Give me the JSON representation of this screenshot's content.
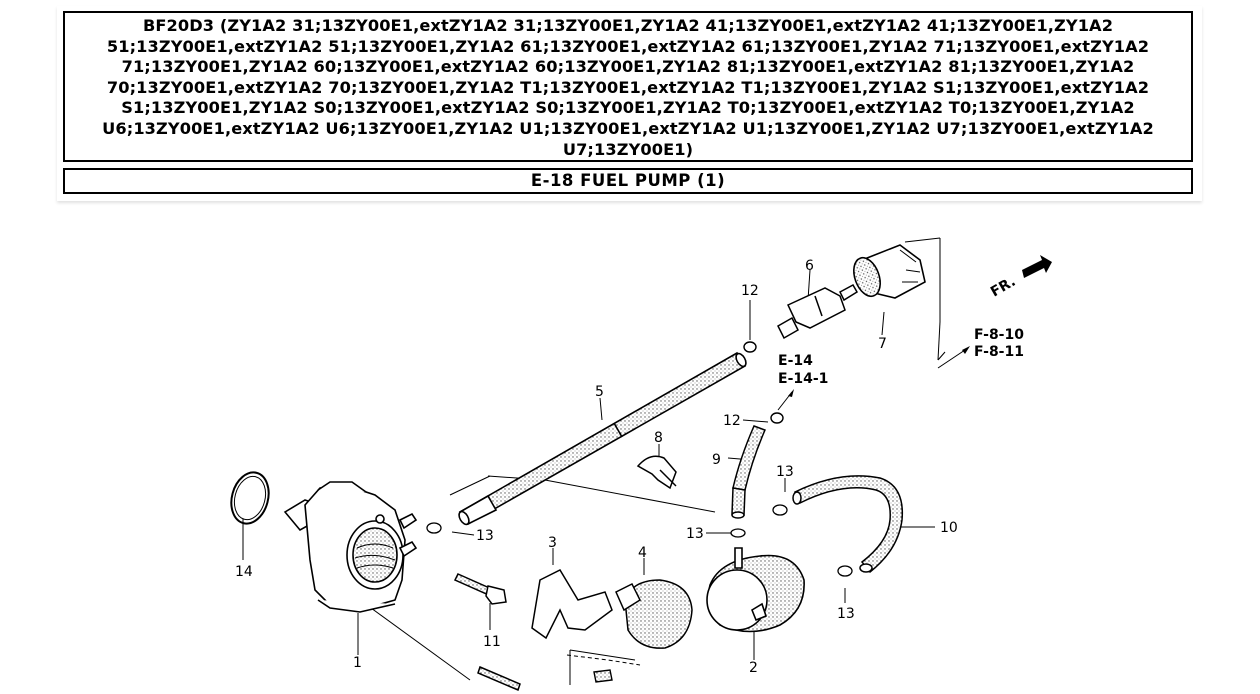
{
  "header": {
    "title_lines": [
      "BF20D3 (ZY1A2 31;13ZY00E1,extZY1A2 31;13ZY00E1,ZY1A2 41;13ZY00E1,extZY1A2 41;13ZY00E1,ZY1A2",
      "51;13ZY00E1,extZY1A2 51;13ZY00E1,ZY1A2 61;13ZY00E1,extZY1A2 61;13ZY00E1,ZY1A2 71;13ZY00E1,extZY1A2",
      "71;13ZY00E1,ZY1A2 60;13ZY00E1,extZY1A2 60;13ZY00E1,ZY1A2 81;13ZY00E1,extZY1A2 81;13ZY00E1,ZY1A2",
      "70;13ZY00E1,extZY1A2 70;13ZY00E1,ZY1A2 T1;13ZY00E1,extZY1A2 T1;13ZY00E1,ZY1A2 S1;13ZY00E1,extZY1A2",
      "S1;13ZY00E1,ZY1A2 S0;13ZY00E1,extZY1A2 S0;13ZY00E1,ZY1A2 T0;13ZY00E1,extZY1A2 T0;13ZY00E1,ZY1A2",
      "U6;13ZY00E1,extZY1A2 U6;13ZY00E1,ZY1A2 U1;13ZY00E1,extZY1A2 U1;13ZY00E1,ZY1A2 U7;13ZY00E1,extZY1A2",
      "U7;13ZY00E1)"
    ],
    "section_title": "E-18 FUEL PUMP (1)"
  },
  "diagram": {
    "callouts": {
      "c1": "1",
      "c2": "2",
      "c3": "3",
      "c4": "4",
      "c5": "5",
      "c6": "6",
      "c7": "7",
      "c8": "8",
      "c9": "9",
      "c10": "10",
      "c11": "11",
      "c12a": "12",
      "c12b": "12",
      "c13a": "13",
      "c13b": "13",
      "c13c": "13",
      "c13d": "13",
      "c14": "14"
    },
    "references": {
      "e14": "E-14",
      "e14_1": "E-14-1",
      "f8_10": "F-8-10",
      "f8_11": "F-8-11",
      "front": "FR."
    }
  }
}
